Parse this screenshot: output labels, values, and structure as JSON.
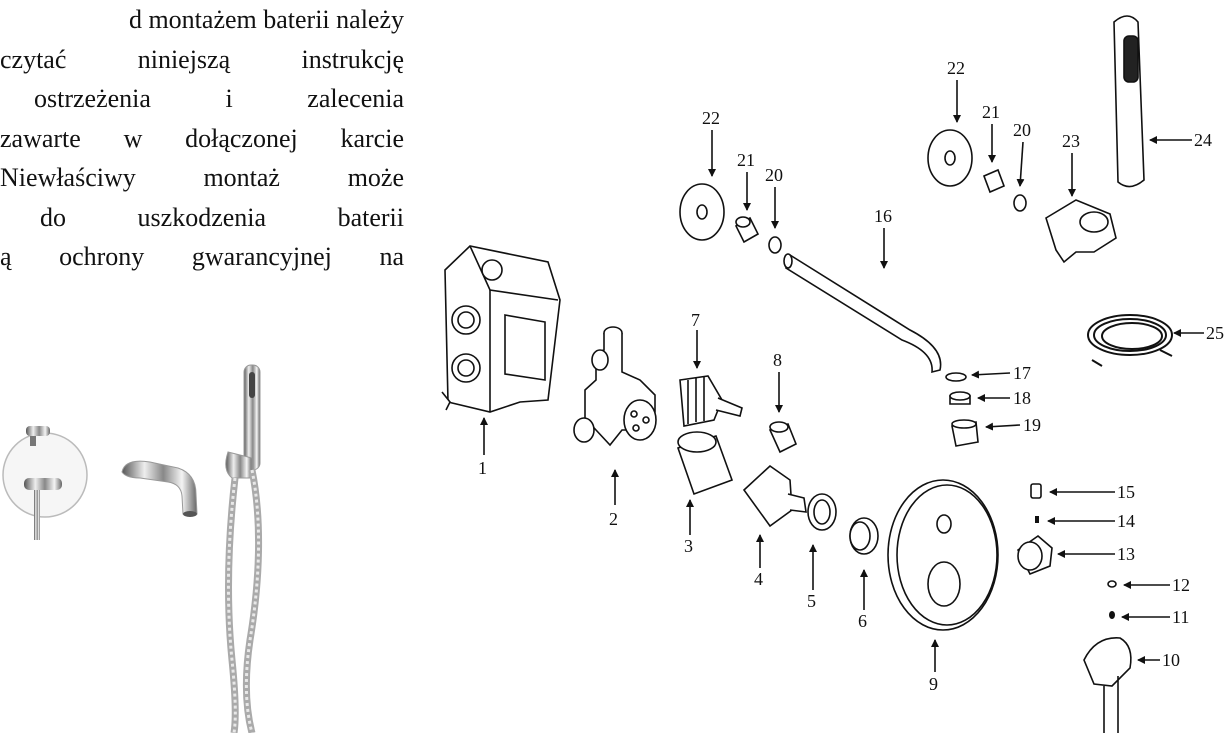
{
  "instructions": {
    "lines": [
      "d montażem baterii należy",
      "czytać niniejszą instrukcję",
      "ostrzeżenia i zalecenia",
      "zawarte w dołączonej karcie",
      "Niewłaściwy montaż może",
      "do uszkodzenia baterii",
      "ą ochrony gwarancyjnej na"
    ]
  },
  "parts": {
    "labels": [
      "1",
      "2",
      "3",
      "4",
      "5",
      "6",
      "7",
      "8",
      "9",
      "10",
      "11",
      "12",
      "13",
      "14",
      "15",
      "16",
      "17",
      "18",
      "19",
      "20",
      "21",
      "22",
      "23",
      "24",
      "25"
    ]
  }
}
